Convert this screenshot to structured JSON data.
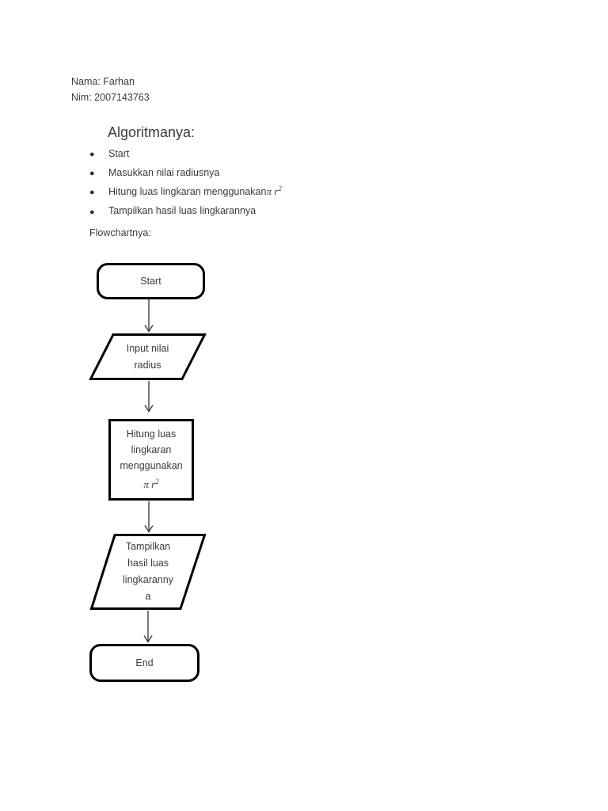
{
  "page": {
    "background_color": "#ffffff",
    "text_color": "#3b3b3b",
    "shape_stroke_color": "#000000",
    "arrow_color": "#3f3f3f"
  },
  "header": {
    "name_line": "Nama: Farhan",
    "nim_line": "Nim: 2007143763"
  },
  "algorithm": {
    "heading": "Algoritmanya:",
    "bullet_glyph": "●",
    "items": [
      {
        "text": "Start"
      },
      {
        "text": "Masukkan nilai radiusnya"
      },
      {
        "text": "Hitung luas lingkaran menggunakan",
        "math": "π r",
        "sup": "2"
      },
      {
        "text": "Tampilkan hasil luas lingkarannya"
      }
    ]
  },
  "flowchart_label": "Flowchartnya:",
  "flowchart": {
    "start": {
      "shape": "terminator",
      "label": "Start"
    },
    "input": {
      "shape": "parallelogram",
      "lines": [
        "Input nilai",
        "radius"
      ]
    },
    "process": {
      "shape": "rectangle",
      "lines": [
        "Hitung luas",
        "lingkaran",
        "menggunakan"
      ],
      "math": "π r",
      "sup": "2"
    },
    "output": {
      "shape": "parallelogram",
      "lines": [
        "Tampilkan",
        "hasil luas",
        "lingkaranny",
        "a"
      ]
    },
    "end": {
      "shape": "terminator",
      "label": "End"
    }
  }
}
